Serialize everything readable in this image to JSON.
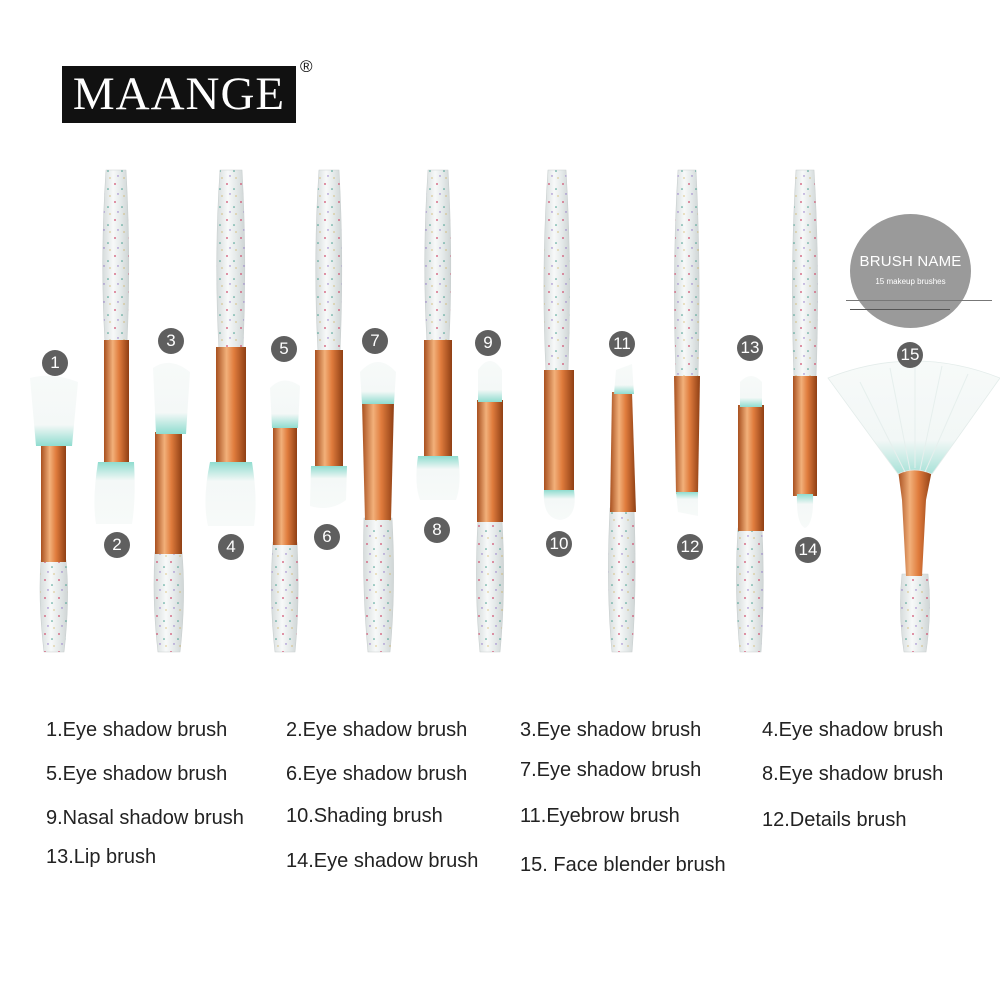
{
  "logo": {
    "text": "MAANGE",
    "registered": "®"
  },
  "badge": {
    "title": "BRUSH NAME",
    "subtitle": "15 makeup brushes"
  },
  "numbers": [
    "1",
    "2",
    "3",
    "4",
    "5",
    "6",
    "7",
    "8",
    "9",
    "10",
    "11",
    "12",
    "13",
    "14",
    "15"
  ],
  "brush_names": [
    "1.Eye shadow brush",
    "2.Eye shadow brush",
    "3.Eye shadow brush",
    "4.Eye shadow brush",
    "5.Eye shadow brush",
    "6.Eye shadow brush",
    "7.Eye shadow brush",
    "8.Eye shadow brush",
    "9.Nasal shadow brush",
    "10.Shading brush",
    "11.Eyebrow brush",
    "12.Details brush",
    "13.Lip brush",
    "14.Eye shadow brush",
    "15. Face blender brush"
  ],
  "colors": {
    "ferrule": "#d9773a",
    "bristle_tip": "#7fd6c8",
    "bristle": "#f5f8f7",
    "handle": "#e8ecec",
    "label_circle": "#5f5f5f"
  }
}
